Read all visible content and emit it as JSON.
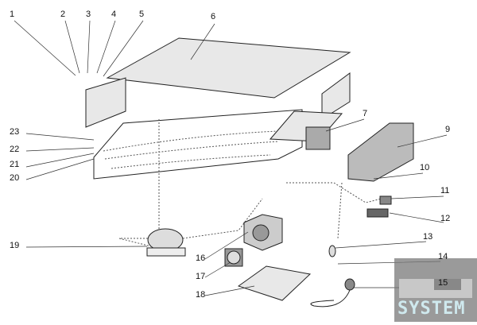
{
  "diagram": {
    "callouts": [
      "1",
      "2",
      "3",
      "4",
      "5",
      "6",
      "7",
      "9",
      "10",
      "11",
      "12",
      "13",
      "14",
      "15",
      "16",
      "17",
      "18",
      "19",
      "20",
      "21",
      "22",
      "23"
    ]
  },
  "logo": {
    "text": "SYSTEM"
  }
}
